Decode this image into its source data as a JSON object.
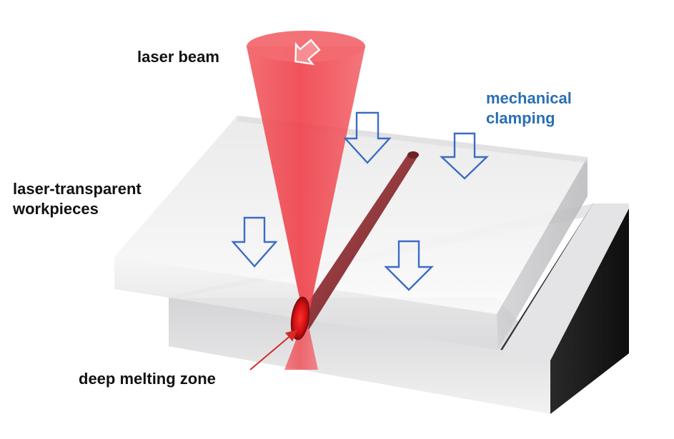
{
  "labels": {
    "laser_beam": "laser beam",
    "mechanical_clamping": [
      "mechanical",
      "clamping"
    ],
    "laser_transparent_workpieces": [
      "laser-transparent",
      "workpieces"
    ],
    "deep_melting_zone": "deep melting zone"
  },
  "colors": {
    "beam": "#e8303a",
    "clamp_arrow": "#3b6cc4",
    "clamp_label": "#2a6fb3",
    "pointer": "#d42a2a",
    "label": "#111111"
  }
}
